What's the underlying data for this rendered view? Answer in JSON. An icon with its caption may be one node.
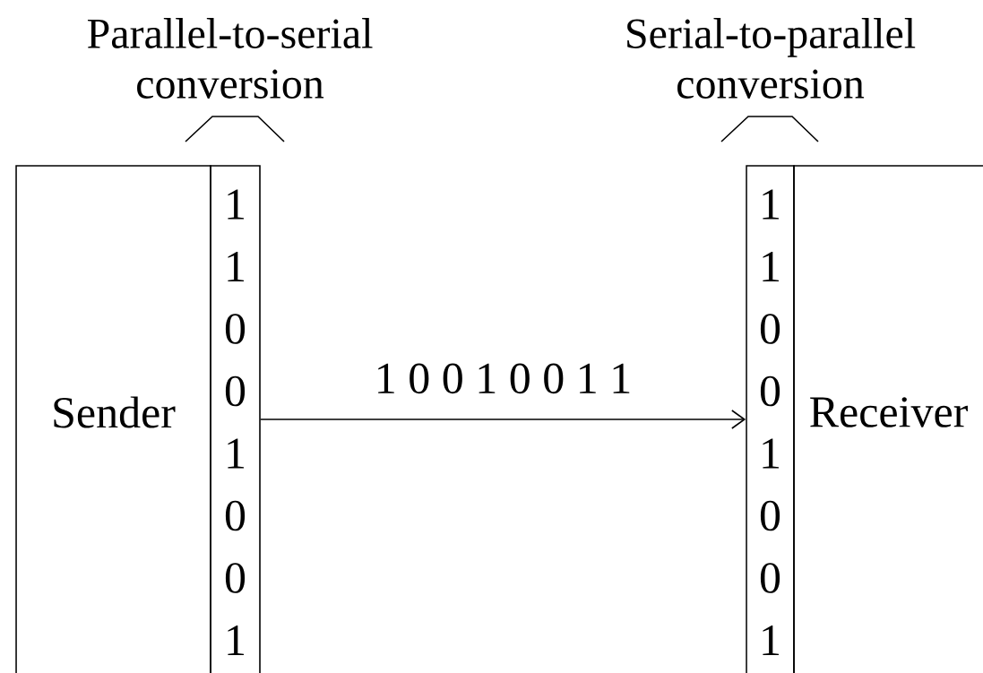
{
  "diagram": {
    "nodes": [
      {
        "text": [
          "Sender"
        ]
      },
      {
        "text": [
          "1",
          "1",
          "0",
          "0",
          "1",
          "0",
          "0",
          "1"
        ],
        "beside": [
          "Parallel-to-serial conversion"
        ]
      },
      {
        "text": [
          "1",
          "1",
          "0",
          "0",
          "1",
          "0",
          "0",
          "1"
        ],
        "beside": [
          "Serial-to-parallel conversion"
        ]
      },
      {
        "text": [
          "Receiver"
        ]
      }
    ],
    "edges": [
      {
        "from": 1,
        "to": 2,
        "arrow": "to",
        "label": "1 0 0 1 0 0 1 1"
      }
    ]
  }
}
